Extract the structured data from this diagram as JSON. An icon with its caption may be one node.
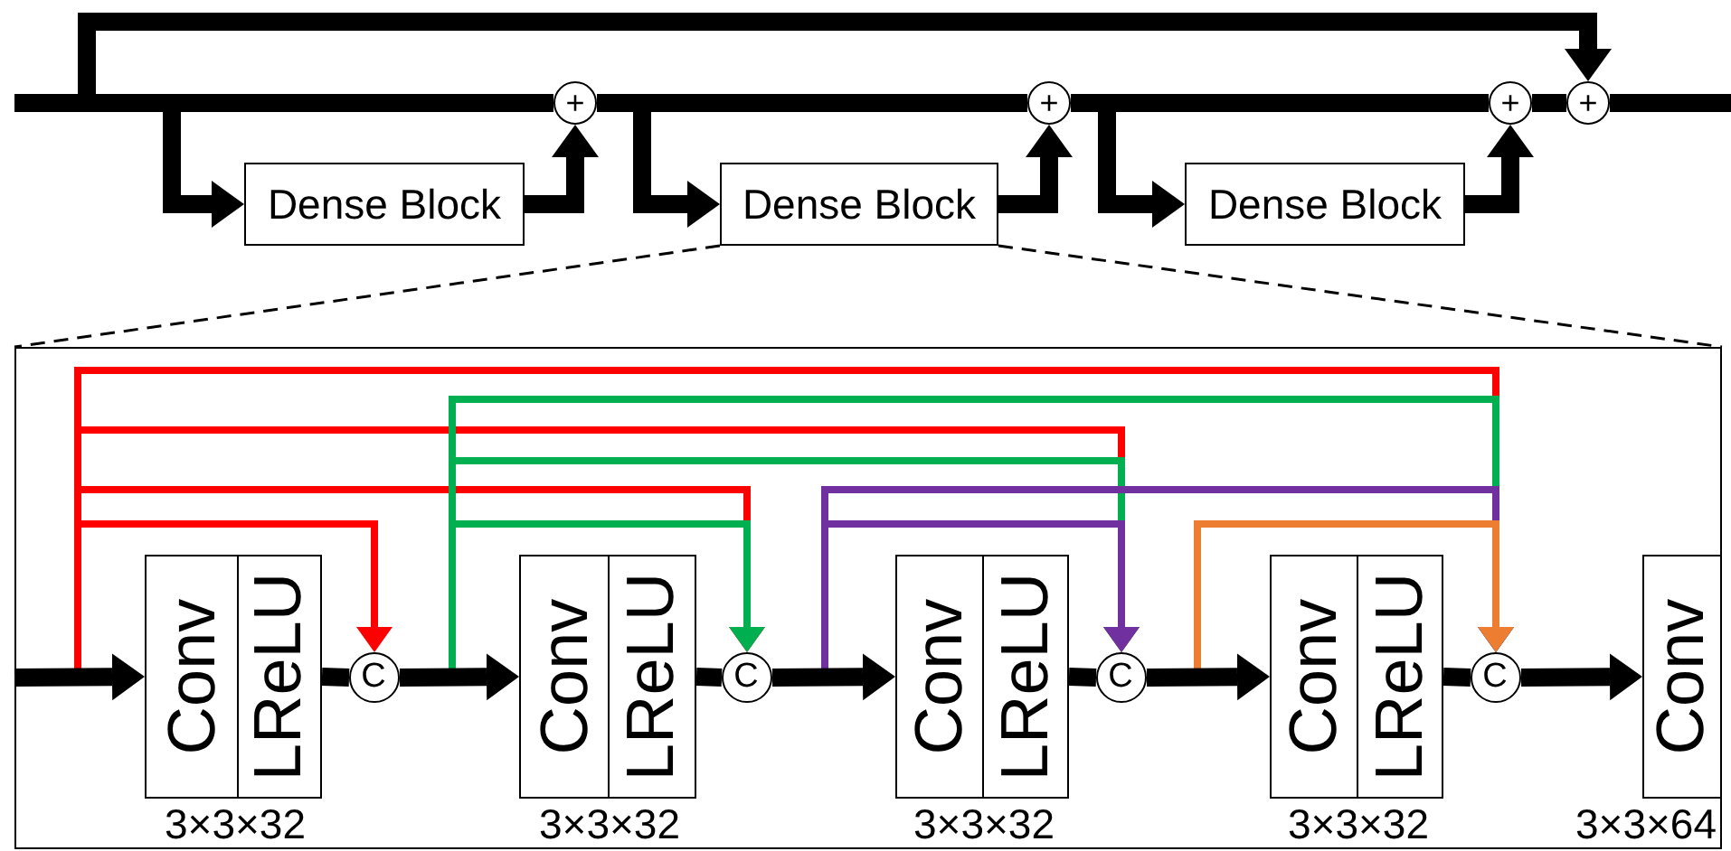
{
  "diagram": {
    "nodes": [
      {
        "text": [
          "+"
        ]
      },
      {
        "text": [
          "+"
        ]
      },
      {
        "text": [
          "+"
        ]
      },
      {
        "text": [
          "+"
        ]
      },
      {
        "text": [
          "Dense Block"
        ]
      },
      {
        "text": [
          "Dense Block"
        ]
      },
      {
        "text": [
          "Dense Block"
        ]
      },
      {
        "text": [],
        "shape": "box"
      },
      {
        "text": [
          "Conv"
        ],
        "in": 7,
        "beside": [
          "3×3×32"
        ]
      },
      {
        "text": [
          "LReLU"
        ],
        "in": 7
      },
      {
        "text": [
          "C"
        ],
        "in": 7
      },
      {
        "text": [
          "Conv"
        ],
        "in": 7,
        "beside": [
          "3×3×32"
        ]
      },
      {
        "text": [
          "LReLU"
        ],
        "in": 7
      },
      {
        "text": [
          "C"
        ],
        "in": 7
      },
      {
        "text": [
          "Conv"
        ],
        "in": 7,
        "beside": [
          "3×3×32"
        ]
      },
      {
        "text": [
          "LReLU"
        ],
        "in": 7
      },
      {
        "text": [
          "C"
        ],
        "in": 7
      },
      {
        "text": [
          "Conv"
        ],
        "in": 7,
        "beside": [
          "3×3×32"
        ]
      },
      {
        "text": [
          "LReLU"
        ],
        "in": 7
      },
      {
        "text": [
          "C"
        ],
        "in": 7
      },
      {
        "text": [
          "Conv"
        ],
        "in": 7,
        "beside": [
          "3×3×64"
        ]
      }
    ],
    "edges": [
      {
        "from": null,
        "to": 0,
        "arrow": "none"
      },
      {
        "from": 0,
        "to": 1,
        "arrow": "none"
      },
      {
        "from": 1,
        "to": 2,
        "arrow": "none"
      },
      {
        "from": 2,
        "to": 3,
        "arrow": "none"
      },
      {
        "from": 3,
        "to": null,
        "arrow": "none"
      },
      {
        "from": null,
        "to": 3,
        "arrow": "to"
      },
      {
        "from": null,
        "to": 4,
        "arrow": "to"
      },
      {
        "from": 0,
        "to": 5,
        "arrow": "to"
      },
      {
        "from": 1,
        "to": 6,
        "arrow": "to"
      },
      {
        "from": 4,
        "to": 0,
        "arrow": "to"
      },
      {
        "from": 5,
        "to": 1,
        "arrow": "to"
      },
      {
        "from": 6,
        "to": 2,
        "arrow": "to"
      },
      {
        "from": 5,
        "to": 7,
        "arrow": "none",
        "style": "dashed"
      },
      {
        "from": 5,
        "to": 7,
        "arrow": "none",
        "style": "dashed"
      },
      {
        "from": null,
        "to": 8,
        "arrow": "to"
      },
      {
        "from": 9,
        "to": 10,
        "arrow": "none"
      },
      {
        "from": 10,
        "to": 11,
        "arrow": "to"
      },
      {
        "from": 12,
        "to": 13,
        "arrow": "none"
      },
      {
        "from": 13,
        "to": 14,
        "arrow": "to"
      },
      {
        "from": 15,
        "to": 16,
        "arrow": "none"
      },
      {
        "from": 16,
        "to": 17,
        "arrow": "to"
      },
      {
        "from": 18,
        "to": 19,
        "arrow": "none"
      },
      {
        "from": 19,
        "to": 20,
        "arrow": "to"
      },
      {
        "from": null,
        "to": 10,
        "arrow": "to",
        "color": "#ff0000"
      },
      {
        "from": null,
        "to": 13,
        "arrow": "to",
        "color": "#ff0000"
      },
      {
        "from": null,
        "to": 16,
        "arrow": "to",
        "color": "#ff0000"
      },
      {
        "from": null,
        "to": 19,
        "arrow": "to",
        "color": "#ff0000"
      },
      {
        "from": 10,
        "to": 13,
        "arrow": "to",
        "color": "#00b050"
      },
      {
        "from": 10,
        "to": 16,
        "arrow": "to",
        "color": "#00b050"
      },
      {
        "from": 10,
        "to": 19,
        "arrow": "to",
        "color": "#00b050"
      },
      {
        "from": 13,
        "to": 16,
        "arrow": "to",
        "color": "#7030a0"
      },
      {
        "from": 13,
        "to": 19,
        "arrow": "to",
        "color": "#7030a0"
      },
      {
        "from": 16,
        "to": 19,
        "arrow": "to",
        "color": "#ed7d31"
      }
    ]
  }
}
